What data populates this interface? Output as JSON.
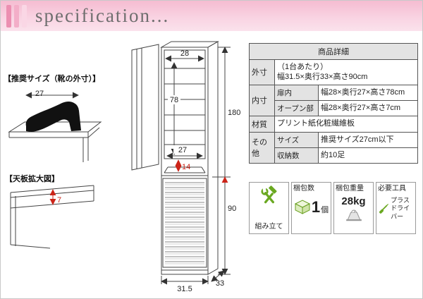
{
  "header": {
    "title": "specification..."
  },
  "drawings": {
    "shoe": {
      "section_label": "【推奨サイズ（靴の外寸）】",
      "dim_width": "27"
    },
    "topboard": {
      "section_label": "【天板拡大図】",
      "dim_lip_height": "7"
    },
    "cabinet": {
      "dim_inner_width": "28",
      "dim_inner_height": "78",
      "dim_total_height": "180",
      "dim_inner_depth": "27",
      "dim_open_height": "14",
      "dim_lower_height": "90",
      "dim_width": "31.5",
      "dim_depth": "33"
    }
  },
  "table": {
    "title": "商品詳細",
    "outer": {
      "label": "外寸",
      "value": "（1台あたり）\n幅31.5×奥行33×高さ90cm"
    },
    "inner": {
      "label": "内寸",
      "door": {
        "label": "扉内",
        "value": "幅28×奥行27×高さ78cm"
      },
      "open": {
        "label": "オープン部",
        "value": "幅28×奥行27×高さ7cm"
      }
    },
    "material": {
      "label": "材質",
      "value": "プリント紙化粧繊維板"
    },
    "other": {
      "label": "その他",
      "size": {
        "label": "サイズ",
        "value": "推奨サイズ27cm以下"
      },
      "capacity": {
        "label": "収納数",
        "value": "約10足"
      }
    }
  },
  "badges": {
    "assembly": {
      "label": "組み立て",
      "icon": "tools-icon"
    },
    "package_count": {
      "label": "梱包数",
      "value_num": "1",
      "value_unit": "個",
      "icon": "package-box-icon"
    },
    "package_weight": {
      "label": "梱包重量",
      "value": "28kg",
      "icon": "scale-icon"
    },
    "required_tools": {
      "label": "必要工具",
      "value": "プラス\nドライバー",
      "icon": "screwdriver-icon"
    }
  },
  "colors": {
    "banner_pink": "#f5bcd1",
    "accent_green": "#6aa821",
    "dimension_red": "#cc2418",
    "table_header_gray": "#e3e3e3"
  }
}
